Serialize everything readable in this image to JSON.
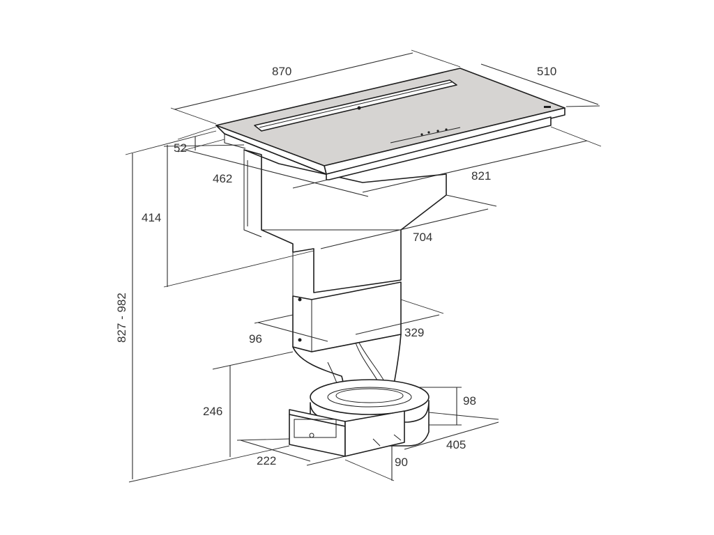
{
  "colors": {
    "line": "#1e1e1e",
    "text": "#333333",
    "glass": "#d6d4d2",
    "background": "#ffffff"
  },
  "dimensions": {
    "total_width": "870",
    "total_depth": "510",
    "glass_thickness": "52",
    "cutout_depth": "462",
    "cutout_width": "821",
    "upper_duct_height": "414",
    "duct_width": "704",
    "lower_duct_depth": "96",
    "lower_duct_width": "329",
    "total_height": "827 - 982",
    "motor_height": "246",
    "motor_depth": "98",
    "motor_width": "405",
    "outlet_width": "222",
    "outlet_height": "90"
  }
}
